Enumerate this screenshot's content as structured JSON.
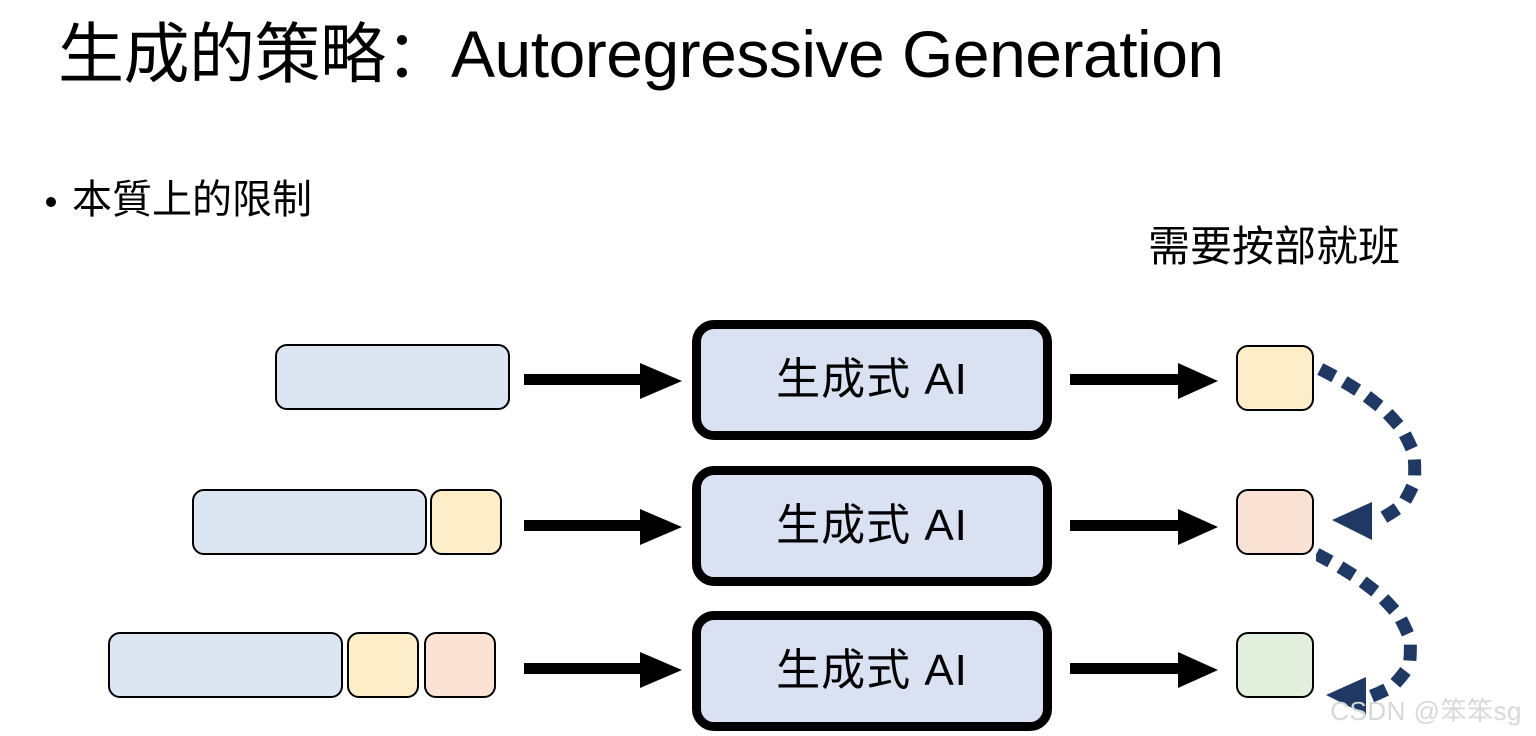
{
  "slide": {
    "title": "生成的策略：Autoregressive Generation",
    "bullet": {
      "marker": "bullet-dot",
      "text": "本質上的限制"
    },
    "right_caption": "需要按部就班",
    "watermark": "CSDN @笨笨sg"
  },
  "colors": {
    "input_blue": "#dce6f2",
    "ai_box_blue": "#d9e1f2",
    "token_yellow": "#fdeec9",
    "token_peach": "#fae3d5",
    "token_green": "#e2efdc",
    "outline_black": "#000000",
    "dotted_arrow_navy": "#1f3864",
    "watermark_gray": "#d8d8d8"
  },
  "diagram": {
    "model_label": "生成式 AI",
    "rows": [
      {
        "index": 1,
        "input_tokens": [
          {
            "color": "input_blue",
            "kind": "prompt"
          }
        ],
        "model": "生成式 AI",
        "output_token": {
          "color": "token_yellow",
          "kind": "generated"
        }
      },
      {
        "index": 2,
        "input_tokens": [
          {
            "color": "input_blue",
            "kind": "prompt"
          },
          {
            "color": "token_yellow",
            "kind": "generated"
          }
        ],
        "model": "生成式 AI",
        "output_token": {
          "color": "token_peach",
          "kind": "generated"
        }
      },
      {
        "index": 3,
        "input_tokens": [
          {
            "color": "input_blue",
            "kind": "prompt"
          },
          {
            "color": "token_yellow",
            "kind": "generated"
          },
          {
            "color": "token_peach",
            "kind": "generated"
          }
        ],
        "model": "生成式 AI",
        "output_token": {
          "color": "token_green",
          "kind": "generated"
        }
      }
    ],
    "feedback_arrows": [
      {
        "from_row": 1,
        "to_row": 2,
        "style": "dotted-curve",
        "color": "#1f3864"
      },
      {
        "from_row": 2,
        "to_row": 3,
        "style": "dotted-curve",
        "color": "#1f3864"
      }
    ],
    "flow_arrows": [
      {
        "row": 1,
        "from": "input",
        "to": "model",
        "style": "solid-black"
      },
      {
        "row": 1,
        "from": "model",
        "to": "output",
        "style": "solid-black"
      },
      {
        "row": 2,
        "from": "input",
        "to": "model",
        "style": "solid-black"
      },
      {
        "row": 2,
        "from": "model",
        "to": "output",
        "style": "solid-black"
      },
      {
        "row": 3,
        "from": "input",
        "to": "model",
        "style": "solid-black"
      },
      {
        "row": 3,
        "from": "model",
        "to": "output",
        "style": "solid-black"
      }
    ]
  }
}
